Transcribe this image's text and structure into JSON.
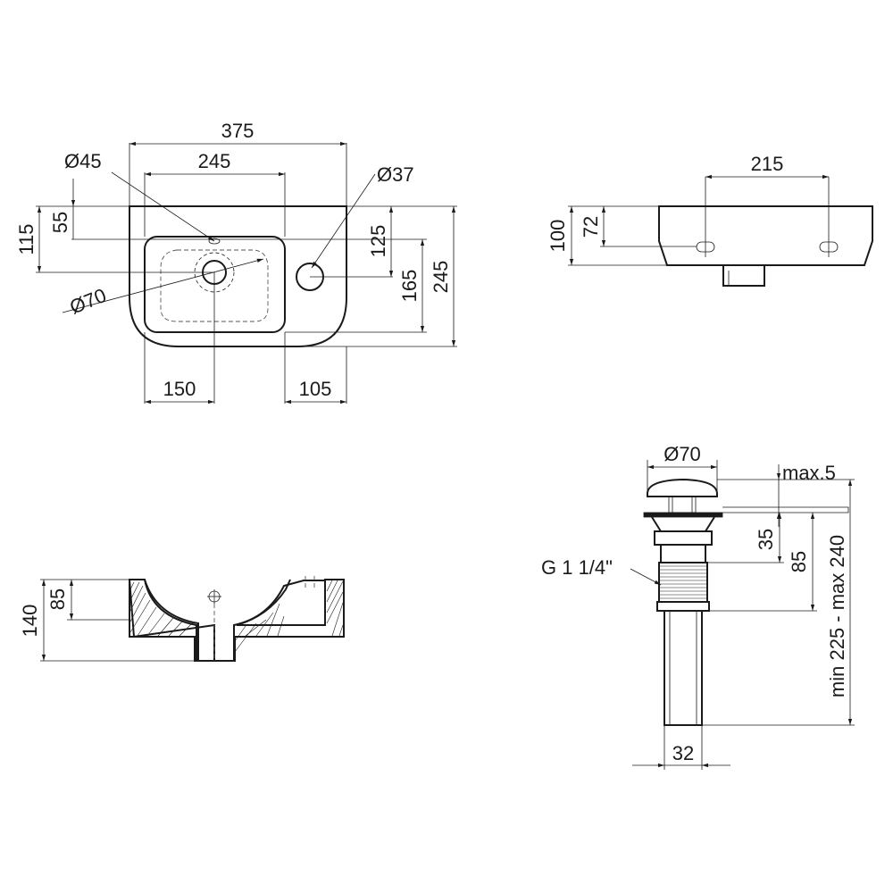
{
  "views": {
    "top": {
      "dims": {
        "overall_width": "375",
        "bowl_width": "245",
        "tap_hole": "Ø45",
        "overflow_hole": "Ø37",
        "drain": "Ø70",
        "offset_55": "55",
        "offset_115": "115",
        "offset_125": "125",
        "offset_165": "165",
        "depth_245": "245",
        "drain_from_left": "150",
        "tap_from_right": "105"
      }
    },
    "rear": {
      "dims": {
        "mount_spacing": "215",
        "height_100": "100",
        "mount_height_72": "72"
      }
    },
    "section": {
      "dims": {
        "height_140": "140",
        "height_85": "85"
      }
    },
    "drain_valve": {
      "dims": {
        "cap_diameter": "Ø70",
        "max_gap": "max.5",
        "thread": "G 1 1/4\"",
        "dim_35": "35",
        "dim_85": "85",
        "length_range": "min 225 - max 240",
        "pipe_diameter": "32"
      }
    }
  }
}
